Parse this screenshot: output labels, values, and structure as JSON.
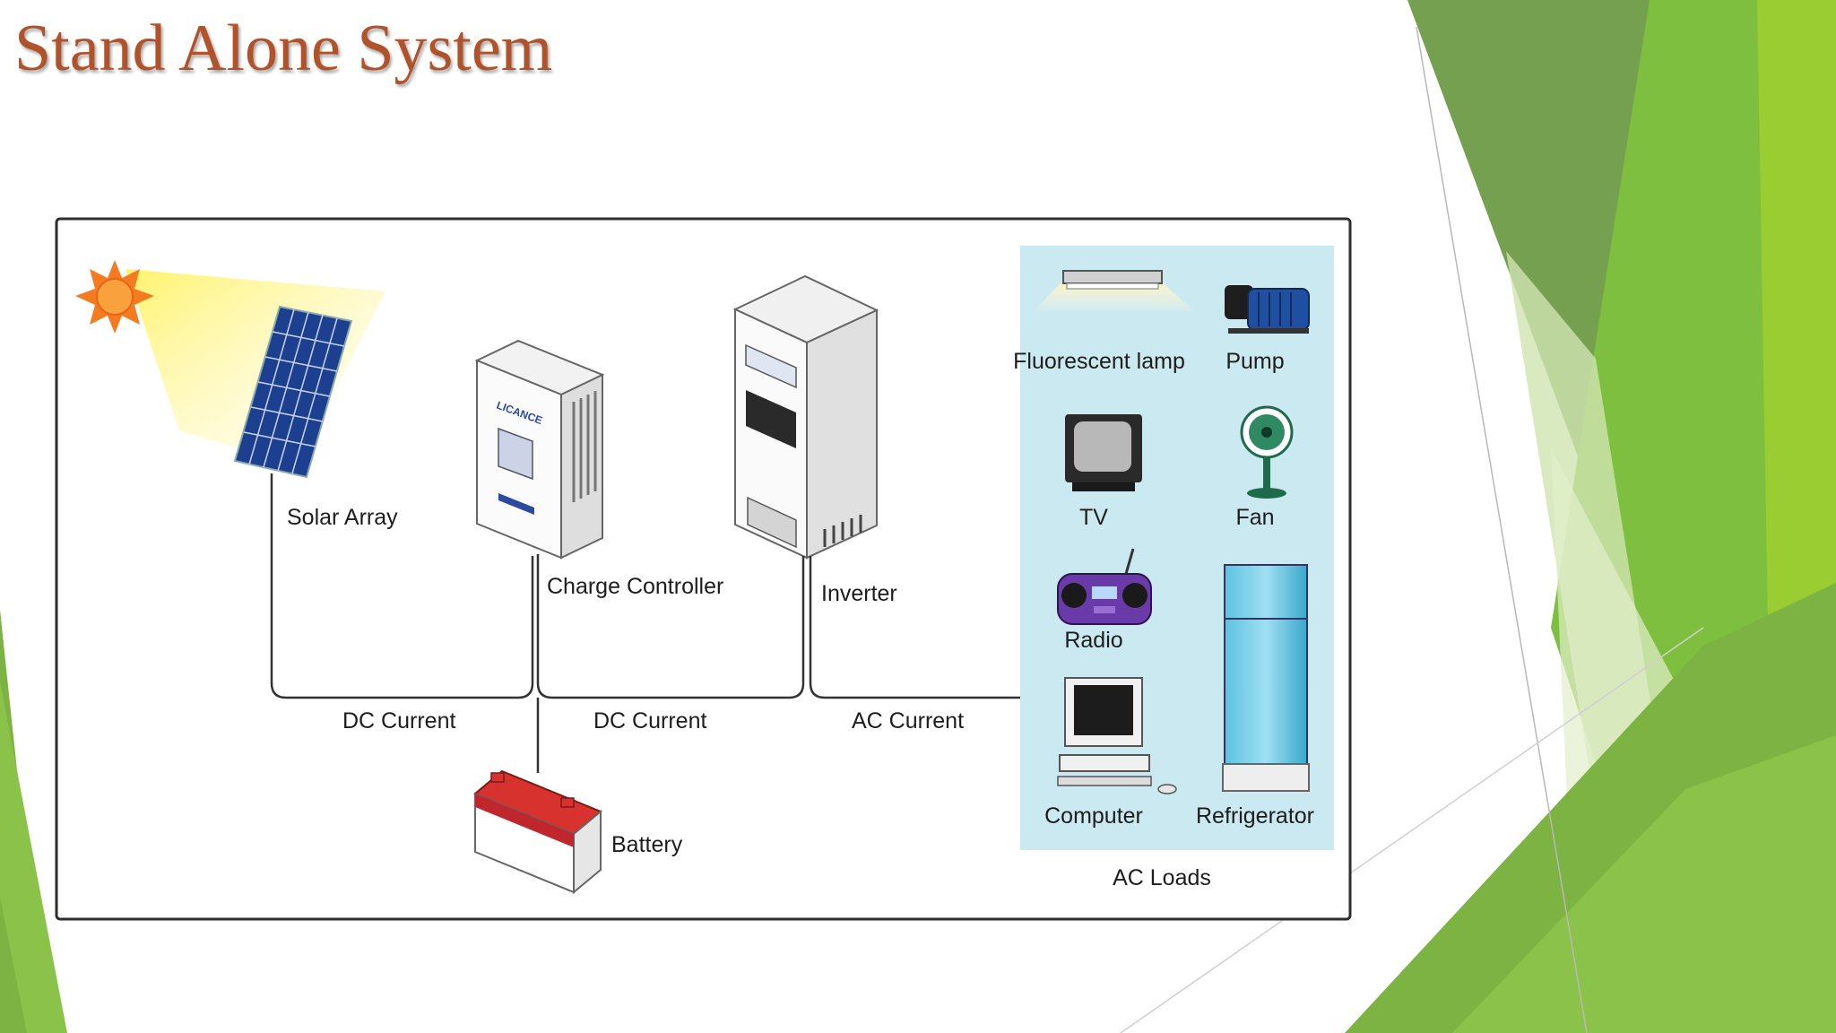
{
  "slide": {
    "title": "Stand Alone System"
  },
  "diagram": {
    "components": {
      "solar_array": "Solar Array",
      "charge_controller": "Charge Controller",
      "inverter": "Inverter",
      "battery": "Battery"
    },
    "currents": {
      "dc_1": "DC Current",
      "dc_2": "DC Current",
      "ac": "AC Current"
    },
    "loads": {
      "title": "AC Loads",
      "fluorescent_lamp": "Fluorescent lamp",
      "pump": "Pump",
      "tv": "TV",
      "fan": "Fan",
      "radio": "Radio",
      "computer": "Computer",
      "refrigerator": "Refrigerator"
    },
    "device_text": {
      "controller_brand": "LICANCE"
    }
  },
  "colors": {
    "title": "#b0532a",
    "loads_panel": "#cbe9f0",
    "accent_green": "#7ab648",
    "sun": "#f47b20"
  }
}
